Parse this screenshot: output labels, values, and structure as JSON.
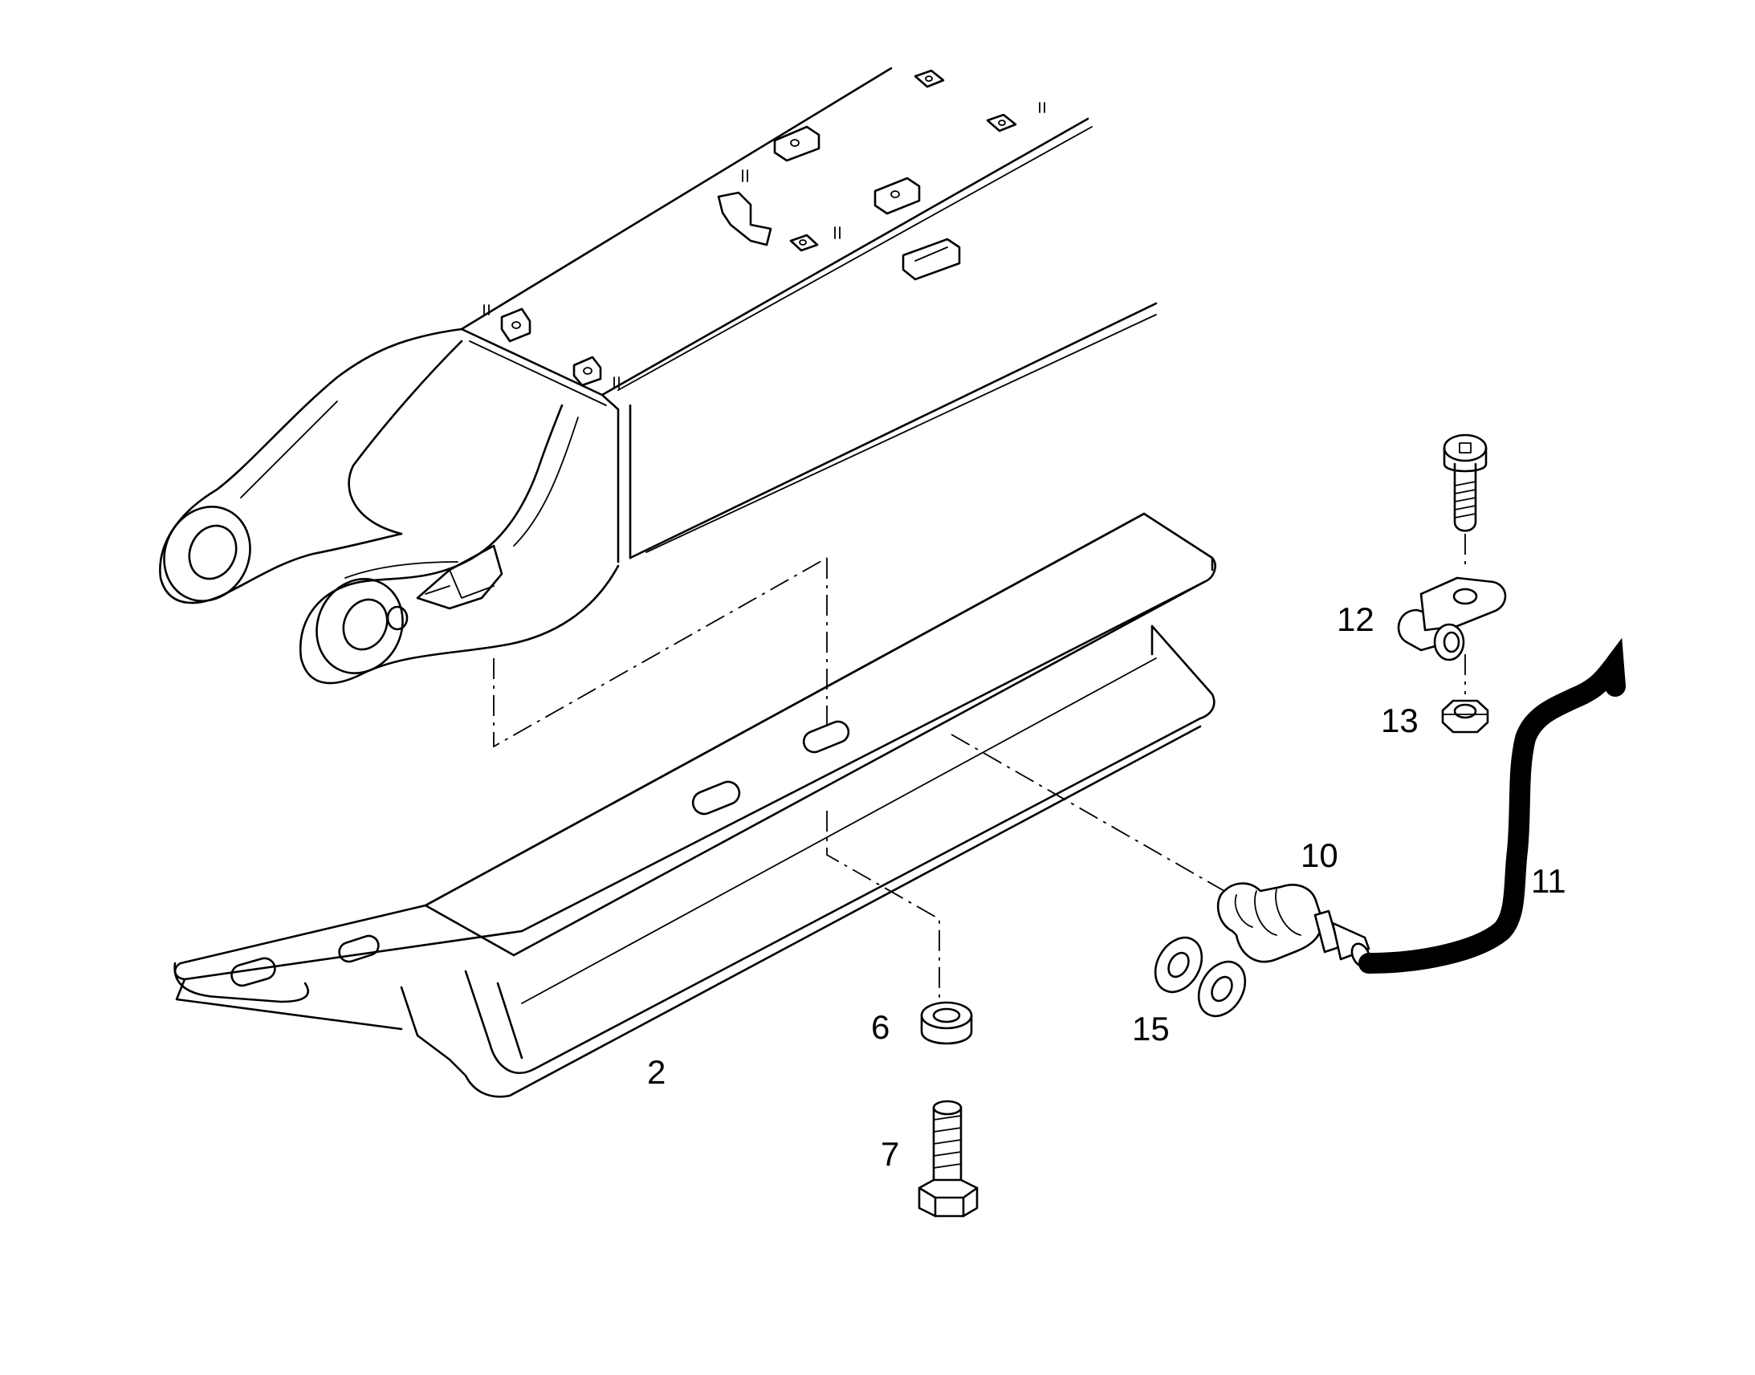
{
  "callouts": {
    "c2": "2",
    "c6": "6",
    "c7": "7",
    "c10": "10",
    "c11": "11",
    "c12": "12",
    "c13": "13",
    "c15": "15"
  },
  "colors": {
    "line": "#000000",
    "background": "#ffffff"
  }
}
